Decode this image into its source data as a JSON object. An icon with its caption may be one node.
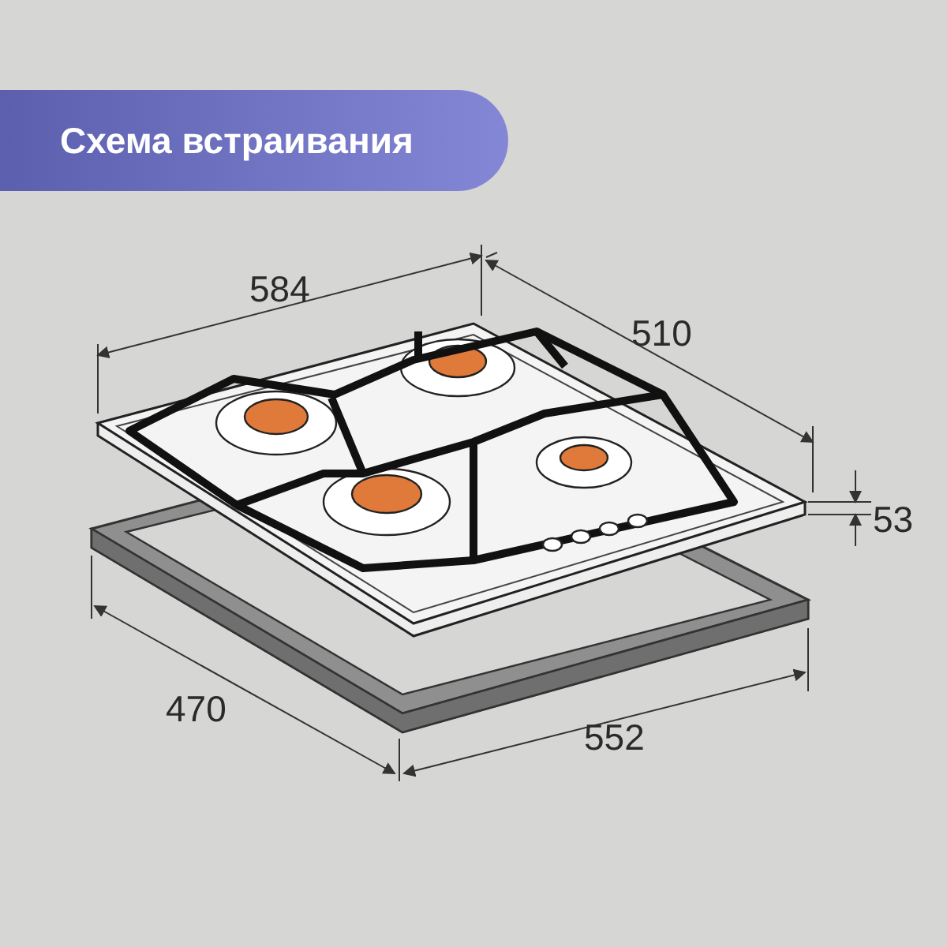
{
  "diagram": {
    "title": "Схема встраивания",
    "labels": [
      "584",
      "510",
      "53",
      "470",
      "552"
    ]
  }
}
